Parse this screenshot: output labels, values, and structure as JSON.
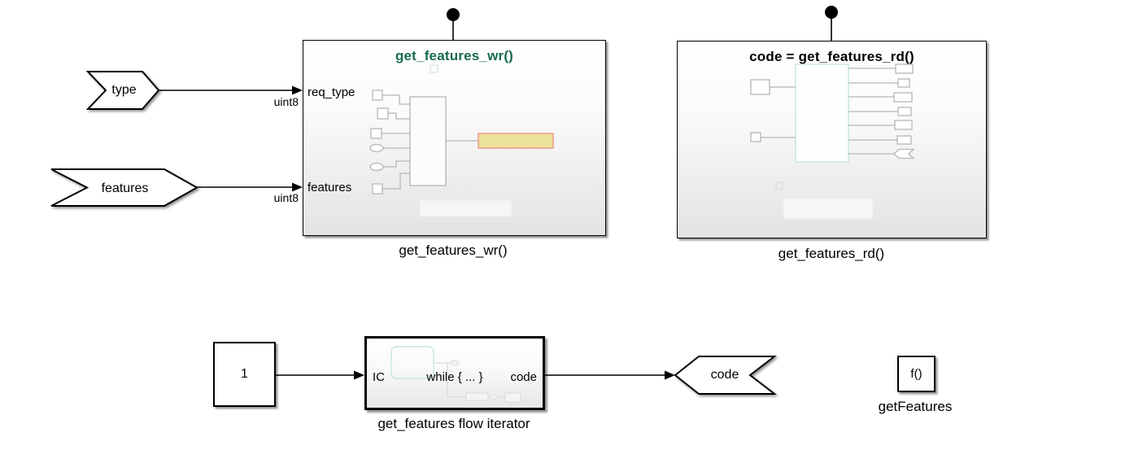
{
  "colors": {
    "function_title_green": "#166952",
    "preview_yellow_fill": "#ece29c",
    "preview_yellow_border": "#efa28d",
    "preview_line_gray": "#b6b6b6",
    "preview_cyan": "#c7e5e3"
  },
  "inports": {
    "type": {
      "label": "type"
    },
    "features": {
      "label": "features"
    }
  },
  "outports": {
    "code": {
      "label": "code"
    }
  },
  "signal_labels": {
    "type_dtype": "uint8",
    "features_dtype": "uint8"
  },
  "wr_block": {
    "title": "get_features_wr()",
    "port_in1": "req_type",
    "port_in2": "features",
    "caption": "get_features_wr()"
  },
  "rd_block": {
    "title": "code = get_features_rd()",
    "caption": "get_features_rd()"
  },
  "constant_block": {
    "value": "1"
  },
  "iterator_block": {
    "port_in": "IC",
    "label": "while { ... }",
    "port_out": "code",
    "caption": "get_features flow iterator"
  },
  "function_caller_block": {
    "label": "f()",
    "caption": "getFeatures"
  }
}
